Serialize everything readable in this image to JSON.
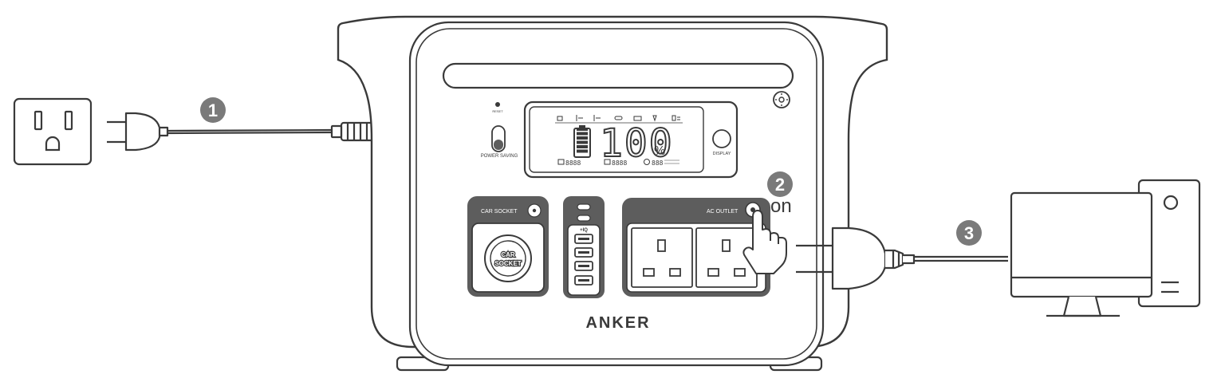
{
  "steps": [
    {
      "number": "1"
    },
    {
      "number": "2",
      "label": "on"
    },
    {
      "number": "3"
    }
  ],
  "power_station": {
    "brand": "ANKER",
    "display": {
      "percent": "100",
      "percent_unit": "%",
      "readout_in": "8888",
      "readout_out": "8888",
      "readout_time": "888",
      "battery_level": 1.0
    },
    "labels": {
      "power_saving": "POWER SAVING",
      "display_button": "DISPLAY",
      "car_socket_header": "CAR SOCKET",
      "car_socket_center_line1": "CAR",
      "car_socket_center_line2": "SOCKET",
      "ac_outlet_header": "AC OUTLET",
      "usb_fast_label": "+IQ",
      "reset": "RESET"
    }
  },
  "colors": {
    "line": "#3a3a3a",
    "panel_dark": "#5d5d5d",
    "badge": "#7a7a7a",
    "port_fill": "#e6e6e6"
  },
  "icons": [
    "wall-outlet-icon",
    "plug-icon",
    "pointing-hand-icon",
    "desktop-computer-icon",
    "light-icon"
  ]
}
